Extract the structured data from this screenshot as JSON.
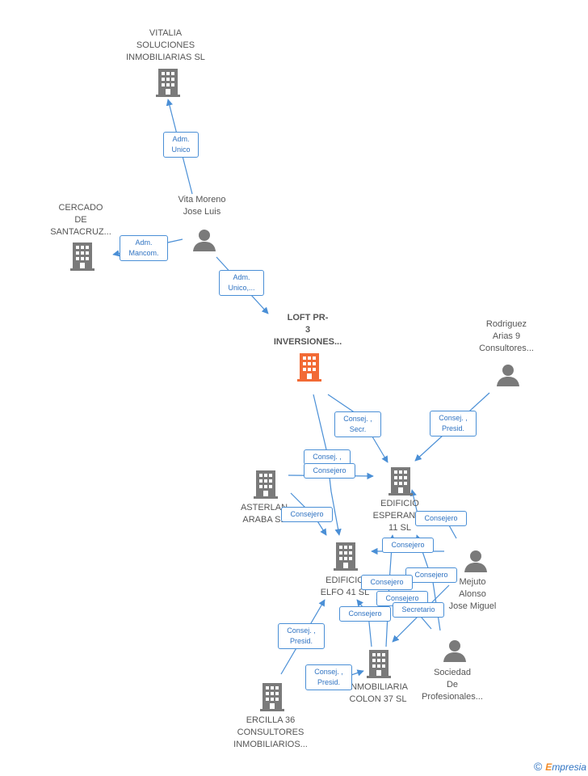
{
  "colors": {
    "edge": "#4a8fd6",
    "building": "#7a7a7a",
    "main_building": "#f26a35",
    "person": "#7a7a7a"
  },
  "nodes": {
    "vitalia": {
      "label": "VITALIA\nSOLUCIONES\nINMOBILIARIAS SL",
      "icon": "building-icon"
    },
    "cercado": {
      "label": "CERCADO\nDE\nSANTACRUZ...",
      "icon": "building-icon"
    },
    "vita_moreno": {
      "label": "Vita Moreno\nJose Luis",
      "icon": "person-icon"
    },
    "loft": {
      "label": "LOFT PR-\n3\nINVERSIONES...",
      "icon": "building-icon"
    },
    "rodriguez": {
      "label": "Rodriguez\nArias 9\nConsultores...",
      "icon": "person-icon"
    },
    "asterlan": {
      "label": "ASTERLAN\nARABA  SL",
      "icon": "building-icon"
    },
    "esperanza": {
      "label": "EDIFICIO\nESPERANZA\n11  SL",
      "icon": "building-icon"
    },
    "elfo": {
      "label": "EDIFICIO\nELFO 41  SL",
      "icon": "building-icon"
    },
    "mejuto": {
      "label": "Mejuto\nAlonso\nJose Miguel",
      "icon": "person-icon"
    },
    "colon": {
      "label": "INMOBILIARIA\nCOLON 37 SL",
      "icon": "building-icon"
    },
    "sociedad": {
      "label": "Sociedad\nDe\nProfesionales...",
      "icon": "person-icon"
    },
    "ercilla": {
      "label": "ERCILLA 36\nCONSULTORES\nINMOBILIARIOS...",
      "icon": "building-icon"
    }
  },
  "edge_labels": {
    "e1": "Adm.\nUnico",
    "e2": "Adm.\nMancom.",
    "e3": "Adm.\nUnico,...",
    "e4": "Consej. ,\nSecr.",
    "e5": "Consej. ,\nPresid.",
    "e6": "Consej. ,",
    "e7": "Consejero",
    "e8": "Consejero",
    "e9": "Consejero",
    "e10": "Consejero",
    "e11": "Consejero",
    "e12": "Consejero",
    "e13": "Consejero",
    "e14": "Consejero",
    "e15": "Secretario",
    "e16": "Consej. ,\nPresid.",
    "e17": "Consej. ,\nPresid."
  },
  "footer": {
    "copyright": "©",
    "brand_e": "E",
    "brand_rest": "mpresia"
  }
}
